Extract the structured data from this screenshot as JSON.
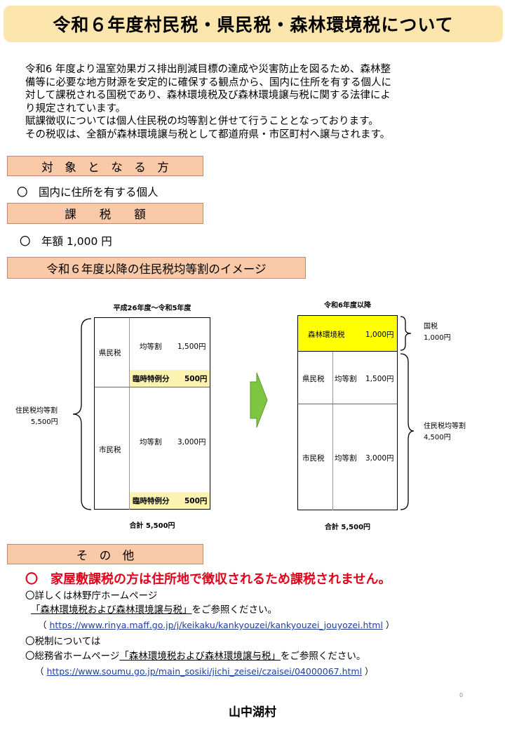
{
  "title": "令和６年度村民税・県民税・森林環境税について",
  "intro": [
    "令和6 年度より温室効果ガス排出削減目標の達成や災害防止を図るため、森林整",
    "備等に必要な地方財源を安定的に確保する観点から、国内に住所を有する個人に",
    "対して課税される国税であり、森林環境税及び森林環境譲与税に関する法律によ",
    "り規定されています。",
    "賦課徴収については個人住民税の均等割と併せて行うこととなっております。",
    "その税収は、全額が森林環境譲与税として都道府県・市区町村へ譲与されます。"
  ],
  "sections": {
    "target": "対　象　と　な　る　方",
    "amount": "課　　税　　額",
    "image": "令和６年度以降の住民税均等割のイメージ",
    "other": "そ　の　他"
  },
  "target_item": "〇　国内に住所を有する個人",
  "amount_item": "〇　年額 1,000 円",
  "diagram": {
    "left": {
      "header": "平成26年度～令和5年度",
      "pref_label": "県民税",
      "city_label": "市民税",
      "pref_kintou": "均等割",
      "pref_kintou_amount": "1,500円",
      "pref_rinji": "臨時特例分",
      "pref_rinji_amount": "500円",
      "city_kintou": "均等割",
      "city_kintou_amount": "3,000円",
      "city_rinji": "臨時特例分",
      "city_rinji_amount": "500円",
      "brace_label": "住民税均等割",
      "brace_amount": "5,500円",
      "total": "合計 5,500円"
    },
    "right": {
      "header": "令和6年度以降",
      "forest_label": "森林環境税",
      "forest_amount": "1,000円",
      "pref_label": "県民税",
      "pref_kintou": "均等割",
      "pref_kintou_amount": "1,500円",
      "city_label": "市民税",
      "city_kintou": "均等割",
      "city_kintou_amount": "3,000円",
      "kokuzei_label": "国税",
      "kokuzei_amount": "1,000円",
      "brace_label": "住民税均等割",
      "brace_amount": "4,500円",
      "total": "合計 5,500円"
    }
  },
  "other": {
    "red_notice": "〇　家屋敷課税の方は住所地で徴収されるため課税されません。",
    "rinya_intro": "〇詳しくは林野庁ホームページ",
    "rinya_link_text": "「森林環境税および森林環境譲与税」",
    "rinya_suffix": "をご参照ください。",
    "rinya_url": "https://www.rinya.maff.go.jp/j/keikaku/kankyouzei/kankyouzei_jouyozei.html",
    "zeisei": "〇税制については",
    "soumu_prefix": "〇総務省ホームページ",
    "soumu_link_text": "「森林環境税および森林環境譲与税」",
    "soumu_suffix": "をご参照ください。",
    "soumu_url": "https://www.soumu.go.jp/main_sosiki/jichi_zeisei/czaisei/04000067.html"
  },
  "page_number": "0",
  "footer": "山中湖村",
  "colors": {
    "title_bg": "#fde6ad",
    "section_bg": "#f9c9a8",
    "rinji_bg": "#fdf3b0",
    "forest_bg": "#ffff00",
    "arrow": "#7ec63f",
    "red": "#e3001b"
  }
}
